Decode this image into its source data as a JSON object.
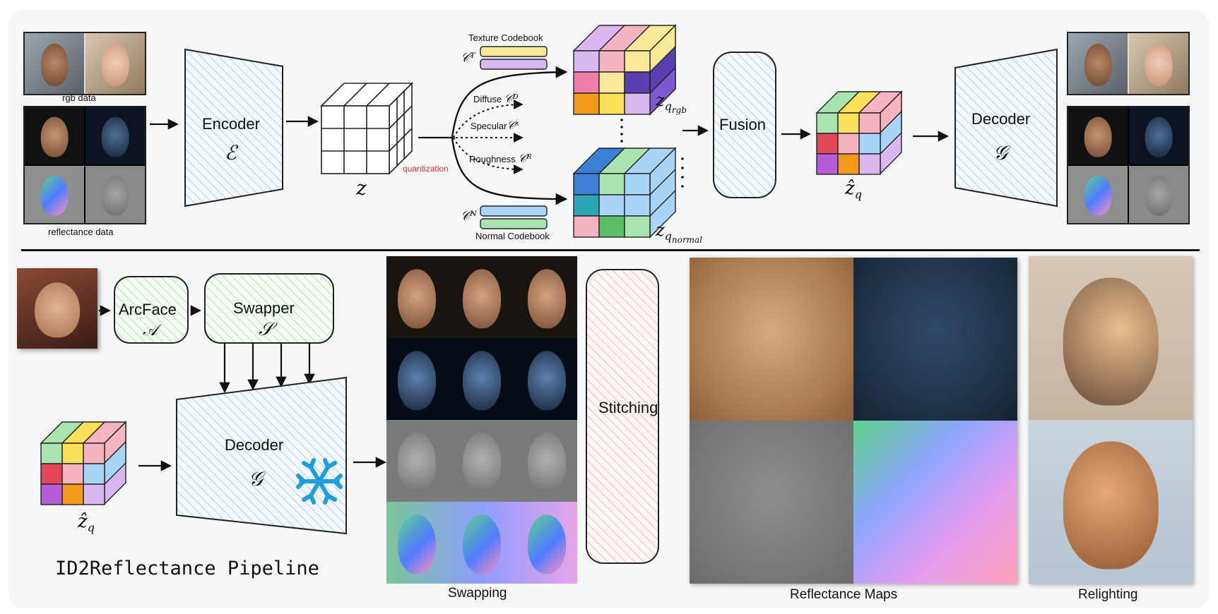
{
  "top": {
    "rgb_label": "rgb data",
    "reflectance_label": "reflectance data",
    "encoder": {
      "label": "Encoder",
      "symbol": "ℰ"
    },
    "z_symbol": "z",
    "quantization_label": "quantization",
    "texture_codebook": {
      "label": "Texture Codebook",
      "symbol": "𝒞ᵀ"
    },
    "normal_codebook": {
      "label": "Normal Codebook",
      "symbol": "𝒞ᴺ"
    },
    "branches": [
      {
        "label": "Diffuse",
        "symbol": "𝒞ᴰ"
      },
      {
        "label": "Specular",
        "symbol": "𝒞ˢ"
      },
      {
        "label": "Roughness",
        "symbol": "𝒞ᴿ"
      }
    ],
    "zq_rgb": {
      "base": "z",
      "sub": "q",
      "subsub": "rgb"
    },
    "zq_normal": {
      "base": "z",
      "sub": "q",
      "subsub": "normal"
    },
    "fusion_label": "Fusion",
    "zq_hat": {
      "base": "ẑ",
      "sub": "q"
    },
    "decoder": {
      "label": "Decoder",
      "symbol": "𝒢"
    }
  },
  "bottom": {
    "arcface": {
      "label": "ArcFace",
      "symbol": "𝒜"
    },
    "swapper": {
      "label": "Swapper",
      "symbol": "𝒮"
    },
    "decoder": {
      "label": "Decoder",
      "symbol": "𝒢"
    },
    "zq_hat": {
      "base": "ẑ",
      "sub": "q"
    },
    "pipeline_title": "ID2Reflectance Pipeline",
    "swapping_label": "Swapping",
    "stitching_label": "Stitching",
    "reflectance_maps_label": "Reflectance Maps",
    "relighting_label": "Relighting"
  },
  "colors": {
    "hatch_blue": "#8ec3e6",
    "hatch_green": "#9fd89a",
    "hatch_red": "#f2a3a8",
    "quantization_red": "#d9332b",
    "codebook_yellow": "#fbe99a",
    "codebook_purple": "#d9b8f0",
    "codebook_blue": "#a9d4f5",
    "codebook_green": "#a8e3b0"
  }
}
